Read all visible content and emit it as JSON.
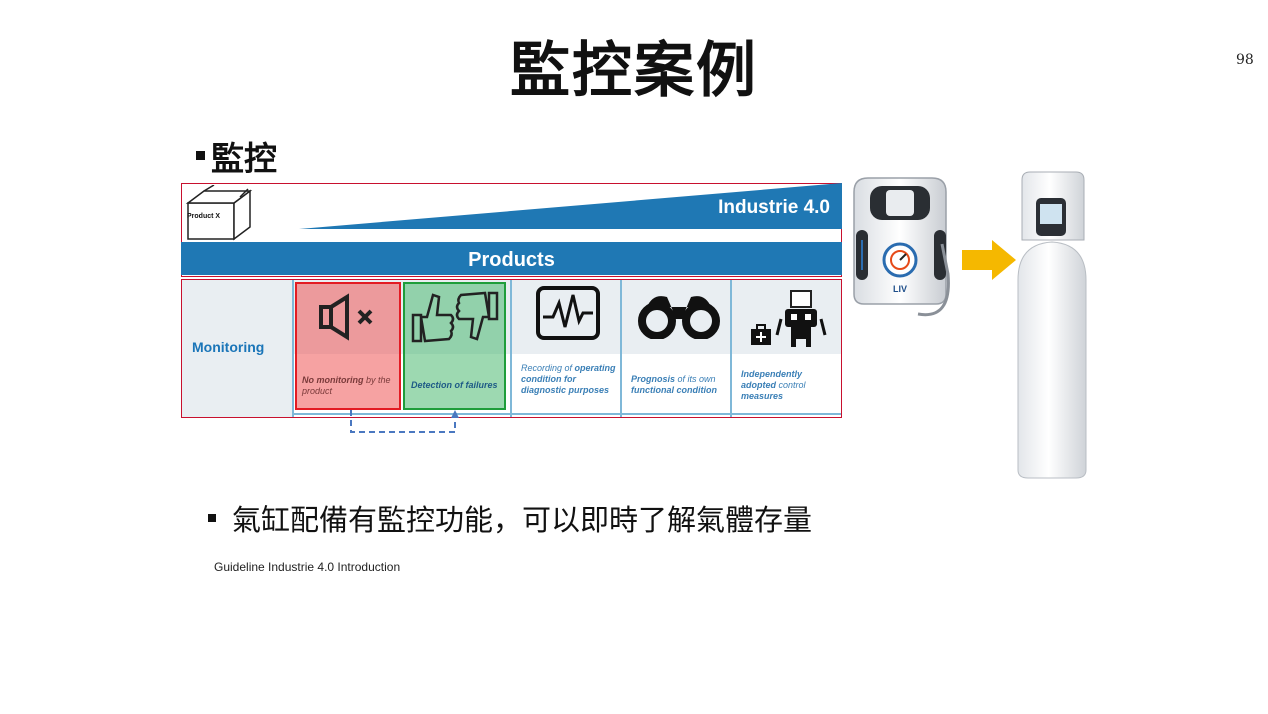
{
  "slide": {
    "title": "監控案例",
    "page_number": "98",
    "section_heading": "監控",
    "bullet_text": "氣缸配備有監控功能，可以即時了解氣體存量",
    "source": "Guideline Industrie 4.0  Introduction"
  },
  "figure": {
    "product_label": "Product X",
    "banner_label": "Industrie 4.0",
    "products_label": "Products",
    "row_label": "Monitoring",
    "cells": [
      {
        "bold": "No monitoring",
        "rest": " by the product",
        "icon": "speaker-muted-icon"
      },
      {
        "bold": "Detection of failures",
        "rest": "",
        "icon": "thumbs-up-down-icon"
      },
      {
        "prefix": "Recording of ",
        "bold": "operating condition for diagnostic purposes",
        "rest": "",
        "icon": "waveform-monitor-icon"
      },
      {
        "bold": "Prognosis",
        "rest": " of its own ",
        "bold2": "functional condition",
        "icon": "binoculars-icon"
      },
      {
        "bold": "Independently adopted",
        "rest": " control ",
        "bold2": "measures",
        "icon": "robot-with-kit-icon"
      }
    ],
    "colors": {
      "blue": "#1f78b4",
      "red_highlight": "#e31b23",
      "green_highlight": "#1e9d3a",
      "arrow": "#f5b800"
    }
  },
  "device": {
    "valve_label": "LIV"
  }
}
